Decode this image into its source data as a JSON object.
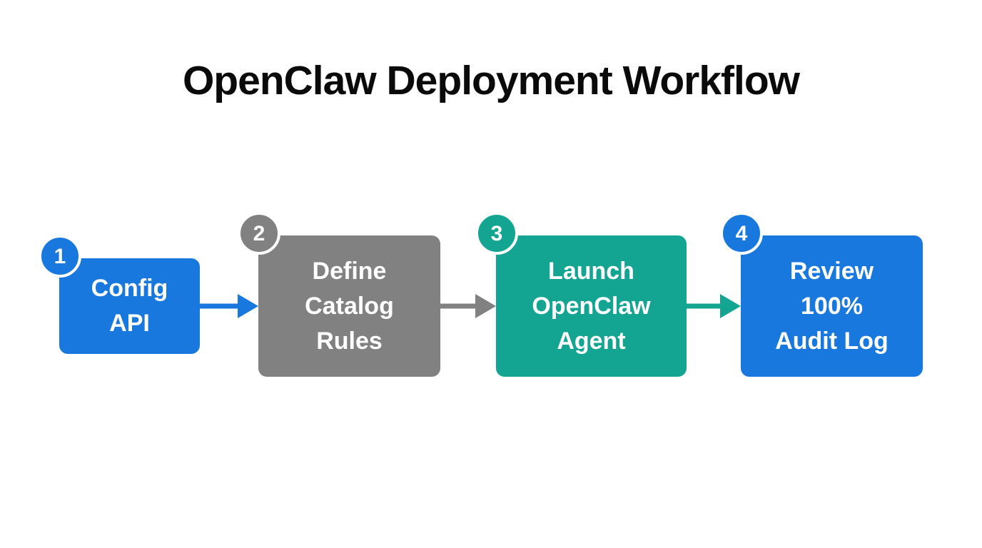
{
  "title": "OpenClaw Deployment Workflow",
  "title_color": "#0a0a0a",
  "background_color": "#ffffff",
  "steps": [
    {
      "number": "1",
      "color": "#1878DD",
      "text_color": "#ffffff",
      "lines": [
        "Config",
        "API"
      ]
    },
    {
      "number": "2",
      "color": "#818181",
      "text_color": "#ffffff",
      "lines": [
        "Define",
        "Catalog",
        "Rules"
      ]
    },
    {
      "number": "3",
      "color": "#14A592",
      "text_color": "#ffffff",
      "lines": [
        "Launch",
        "OpenClaw",
        "Agent"
      ]
    },
    {
      "number": "4",
      "color": "#1878DD",
      "text_color": "#ffffff",
      "lines": [
        "Review",
        "100%",
        "Audit Log"
      ]
    }
  ],
  "connectors": [
    {
      "color": "#1878DD"
    },
    {
      "color": "#818181"
    },
    {
      "color": "#14A592"
    }
  ]
}
